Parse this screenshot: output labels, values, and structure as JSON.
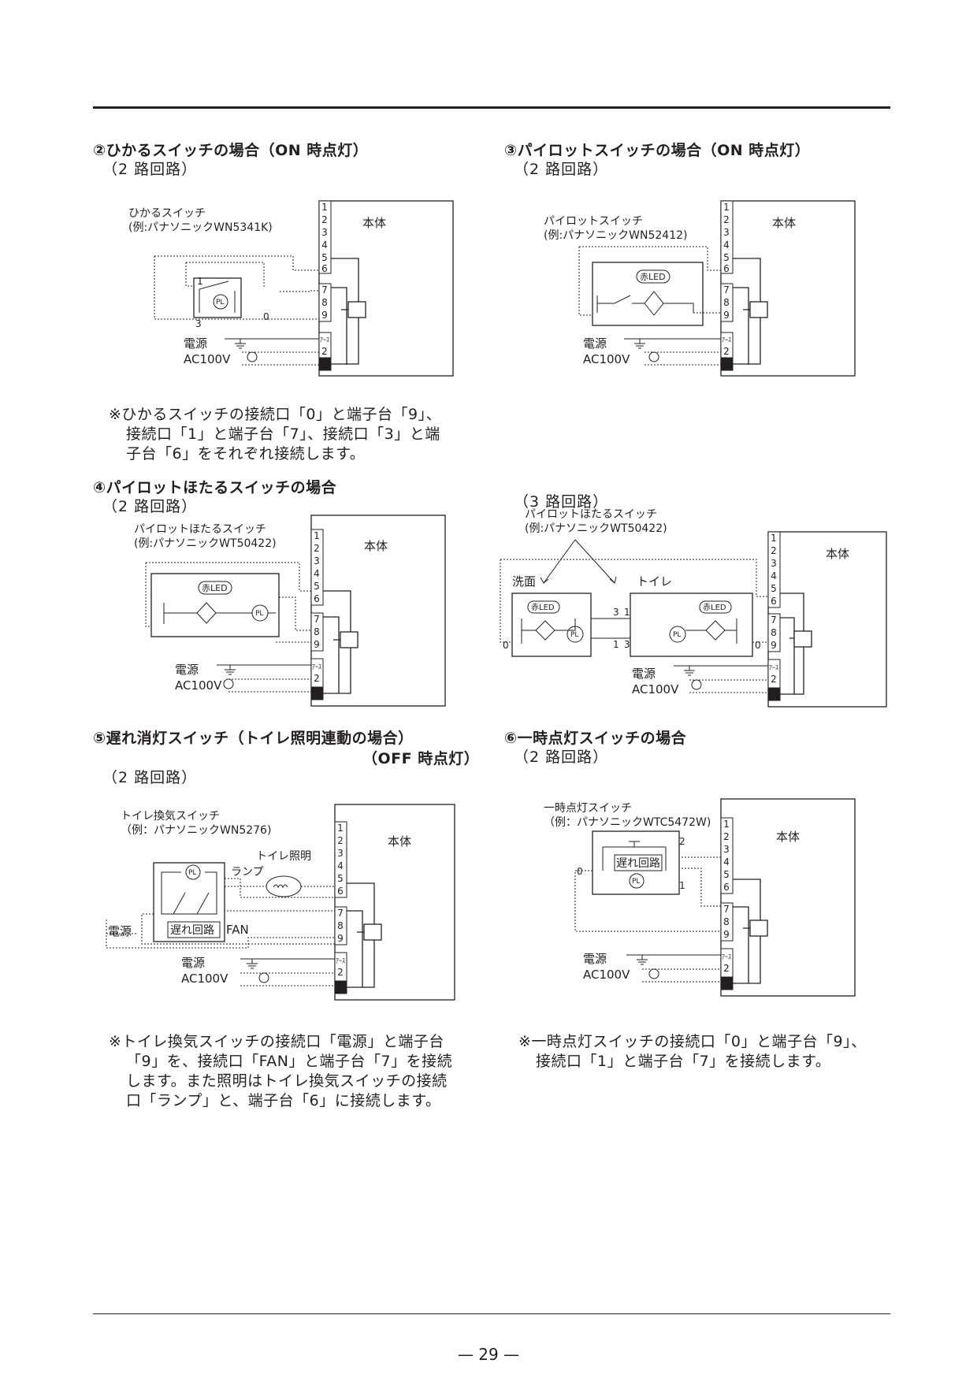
{
  "page_number": "— 29 —",
  "sections": [
    {
      "title": "②ひかるスイッチの場合（ON 時点灯）",
      "subtitle": "（2 路回路）",
      "switch_name": "ひかるスイッチ",
      "switch_example": "(例:パナソニックWN5341K)",
      "labels": [
        "1",
        "0",
        "3"
      ],
      "note_lines": [
        "※ひかるスイッチの接続口「0」と端子台「9」、",
        "接続口「1」と端子台「7」、接続口「3」と端",
        "子台「6」をそれぞれ接続します。"
      ]
    },
    {
      "title": "③パイロットスイッチの場合（ON 時点灯）",
      "subtitle": "（2 路回路）",
      "switch_name": "パイロットスイッチ",
      "switch_example": "(例:パナソニックWN52412)",
      "led": "赤LED"
    },
    {
      "title": "④パイロットほたるスイッチの場合",
      "subtitle": "（2 路回路）",
      "switch_name": "パイロットほたるスイッチ",
      "switch_example": "(例:パナソニックWT50422)",
      "led": "赤LED"
    },
    {
      "subtitle": "（3 路回路）",
      "switch_name": "パイロットほたるスイッチ",
      "switch_example": "(例:パナソニックWT50422)",
      "left_label": "洗面",
      "right_label": "トイレ",
      "led": "赤LED",
      "labels": [
        "3",
        "1",
        "1",
        "3",
        "0",
        "0"
      ]
    },
    {
      "title": "⑤遅れ消灯スイッチ（トイレ照明連動の場合）",
      "title_line2": "（OFF 時点灯）",
      "subtitle": "（2 路回路）",
      "switch_name": "トイレ換気スイッチ",
      "switch_example": "（例：パナソニックWN5276)",
      "lamp_name": "トイレ照明",
      "lamp_label": "ランプ",
      "delay_label": "遅れ回路",
      "power_label": "電源",
      "fan_label": "FAN",
      "note_lines": [
        "※トイレ換気スイッチの接続口「電源」と端子台",
        "「9」を、接続口「FAN」と端子台「7」を接続",
        "します。また照明はトイレ換気スイッチの接続",
        "口「ランプ」と、端子台「6」に接続します。"
      ]
    },
    {
      "title": "⑥一時点灯スイッチの場合",
      "subtitle": "（2 路回路）",
      "switch_name": "一時点灯スイッチ",
      "switch_example": "（例：パナソニックWTC5472W)",
      "delay_label": "遅れ回路",
      "labels": [
        "2",
        "0",
        "1"
      ],
      "note_lines": [
        "※一時点灯スイッチの接続口「0」と端子台「9」、",
        "接続口「1」と端子台「7」を接続します。"
      ]
    }
  ],
  "common": {
    "body": "本体",
    "power": "電源",
    "voltage": "AC100V",
    "pl": "PL",
    "terminals": [
      "1",
      "2",
      "3",
      "4",
      "5",
      "6",
      "7",
      "8",
      "9"
    ],
    "earth": "ｱｰｽ",
    "bottom_terminals": [
      "2",
      "1"
    ]
  }
}
